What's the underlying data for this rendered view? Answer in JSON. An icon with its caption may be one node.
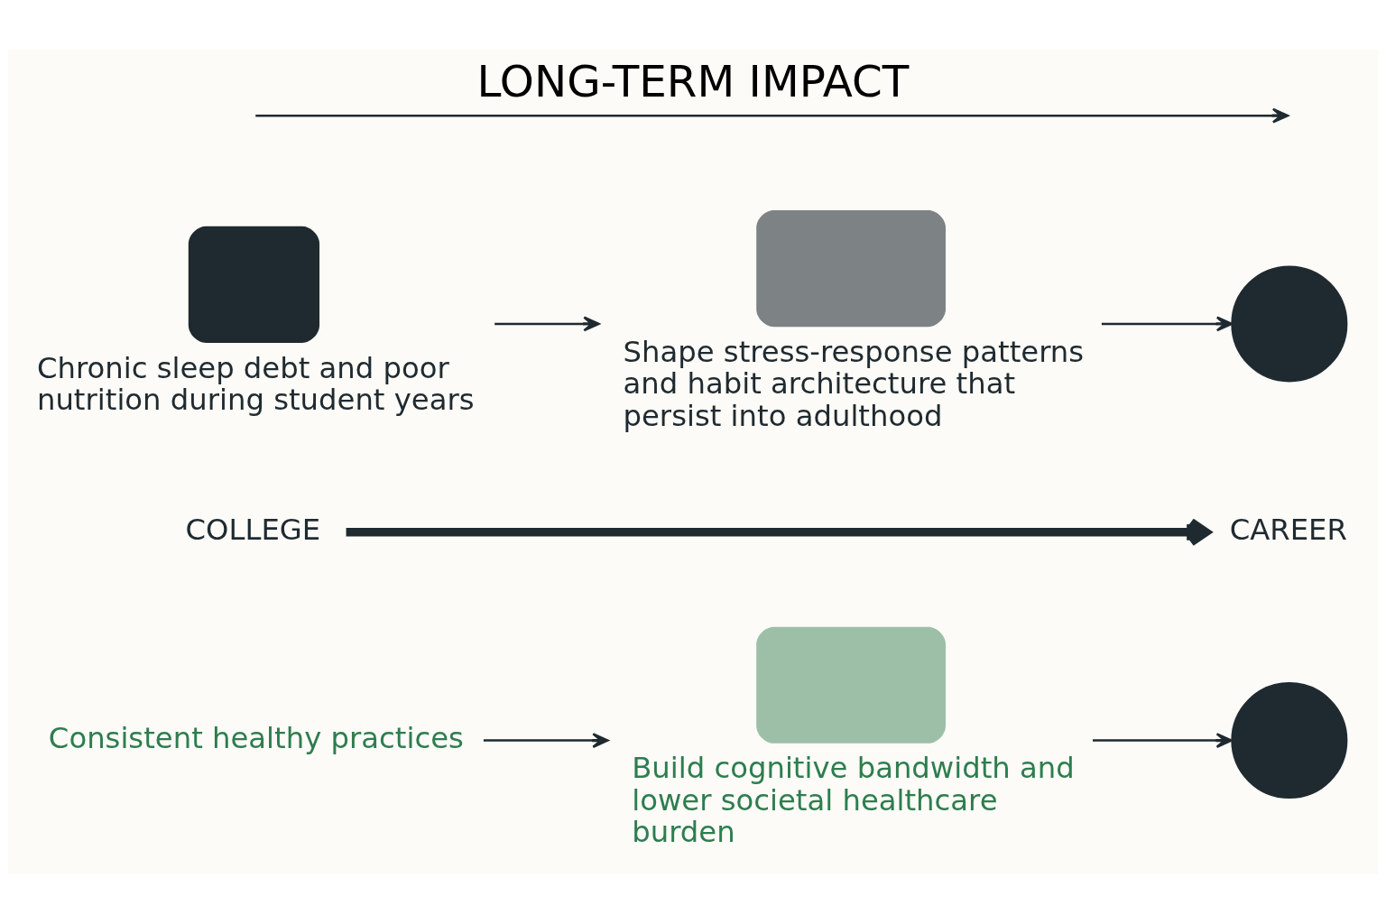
{
  "diagram": {
    "title": "LONG-TERM IMPACT",
    "nodes": [
      {
        "text": [
          "Chronic sleep debt and poor nutrition during student years"
        ]
      },
      {
        "text": [
          "Shape stress-response patterns and habit architecture that persist into adulthood"
        ]
      },
      {
        "text": [],
        "shape": "person"
      },
      {
        "text": [
          "COLLEGE"
        ]
      },
      {
        "text": [
          "CAREER"
        ]
      },
      {
        "text": [
          "Consistent healthy practices"
        ]
      },
      {
        "text": [
          "Build cognitive bandwidth and lower societal healthcare burden"
        ]
      },
      {
        "text": [],
        "shape": "person"
      }
    ],
    "edges": [
      {
        "from": 0,
        "to": 1,
        "arrow": "to"
      },
      {
        "from": 1,
        "to": 2,
        "arrow": "to"
      },
      {
        "from": 3,
        "to": 4,
        "arrow": "to",
        "style": "thick"
      },
      {
        "from": 5,
        "to": 6,
        "arrow": "to"
      },
      {
        "from": 6,
        "to": 7,
        "arrow": "to"
      }
    ]
  }
}
